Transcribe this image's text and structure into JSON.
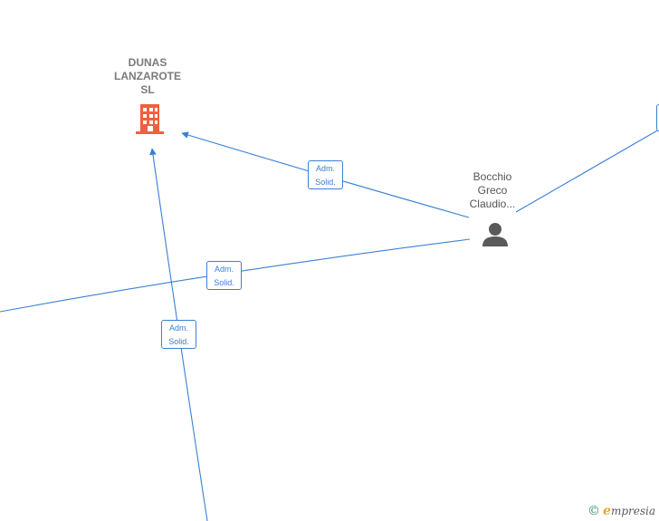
{
  "nodes": {
    "company": {
      "name_lines": [
        "DUNAS",
        "LANZAROTE",
        "SL"
      ],
      "icon": "building-icon",
      "color": "#f0603c"
    },
    "person": {
      "name_lines": [
        "Bocchio",
        "Greco",
        "Claudio..."
      ],
      "icon": "person-icon",
      "color": "#5a5a5a"
    }
  },
  "edges": [
    {
      "label_lines": [
        "Adm.",
        "Solid."
      ]
    },
    {
      "label_lines": [
        "Adm.",
        "Solid."
      ]
    },
    {
      "label_lines": [
        "Adm.",
        "Solid."
      ]
    }
  ],
  "colors": {
    "edge": "#3a7fd5"
  },
  "watermark": {
    "copyright": "©",
    "brand_initial": "e",
    "brand_rest": "mpresia"
  }
}
